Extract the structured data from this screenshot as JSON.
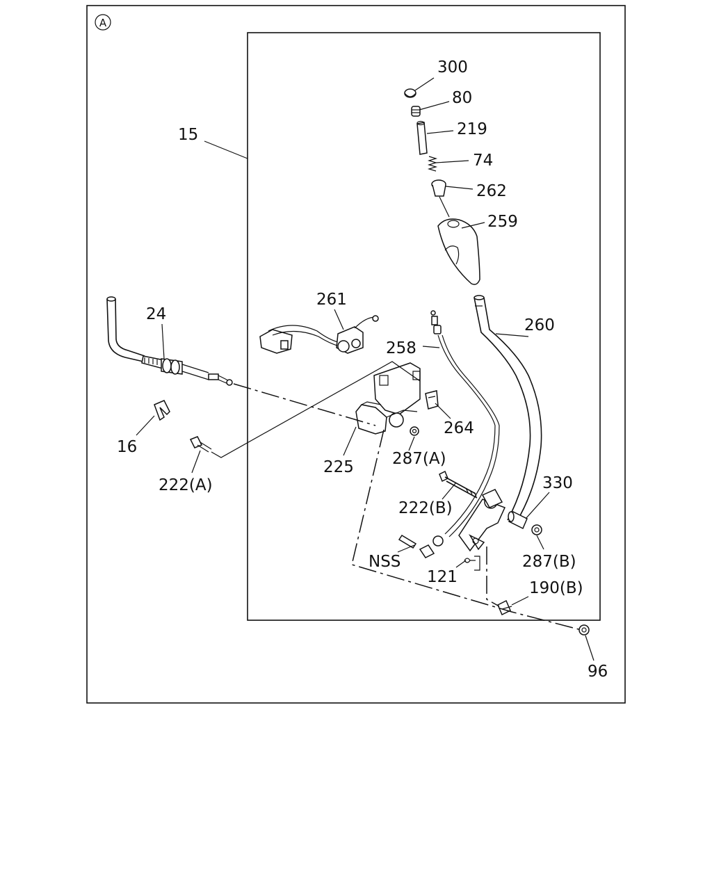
{
  "diagram": {
    "section_marker": "A",
    "callouts": {
      "c300": "300",
      "c80": "80",
      "c219": "219",
      "c74": "74",
      "c262": "262",
      "c259": "259",
      "c15": "15",
      "c261": "261",
      "c260": "260",
      "c24": "24",
      "c258": "258",
      "c264": "264",
      "c16": "16",
      "c225": "225",
      "c287a": "287(A)",
      "c222a": "222(A)",
      "c330": "330",
      "c222b": "222(B)",
      "c287b": "287(B)",
      "cnss": "NSS",
      "c121": "121",
      "c190b": "190(B)",
      "c96": "96"
    }
  }
}
